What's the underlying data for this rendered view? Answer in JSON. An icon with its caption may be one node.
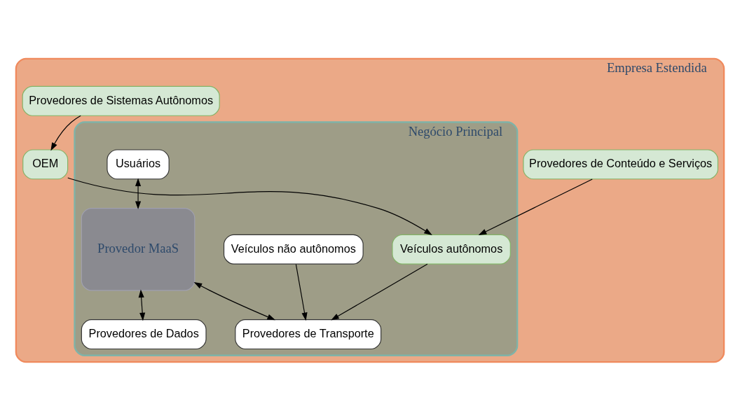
{
  "diagram": {
    "nodes": [
      {
        "text": [
          "Empresa Estendida"
        ]
      },
      {
        "text": [
          "Negócio Principal"
        ],
        "in": 0
      },
      {
        "text": [
          "Usuários"
        ],
        "in": 1
      },
      {
        "text": [
          "Provedor MaaS"
        ],
        "in": 1
      },
      {
        "text": [
          "Provedores de Dados"
        ],
        "in": 1
      },
      {
        "text": [
          "Veículos não autônomos"
        ],
        "in": 1
      },
      {
        "text": [
          "Provedores de Transporte"
        ],
        "in": 1
      },
      {
        "text": [
          "Veículos autônomos"
        ],
        "in": 1
      },
      {
        "text": [
          "Provedores de Conteúdo e Serviços"
        ],
        "in": 0
      },
      {
        "text": [
          "OEM"
        ],
        "in": 0
      },
      {
        "text": [
          "Provedores de Sistemas Autônomos"
        ],
        "in": 0
      }
    ],
    "edges": [
      {
        "from": 2,
        "to": 3,
        "arrow": "both"
      },
      {
        "from": 3,
        "to": 4,
        "arrow": "both"
      },
      {
        "from": 3,
        "to": 6,
        "arrow": "both"
      },
      {
        "from": 5,
        "to": 6,
        "arrow": "to"
      },
      {
        "from": 7,
        "to": 6,
        "arrow": "to"
      },
      {
        "from": 8,
        "to": 7,
        "arrow": "to"
      },
      {
        "from": 9,
        "to": 7,
        "arrow": "to"
      },
      {
        "from": 10,
        "to": 9,
        "arrow": "to"
      }
    ]
  }
}
